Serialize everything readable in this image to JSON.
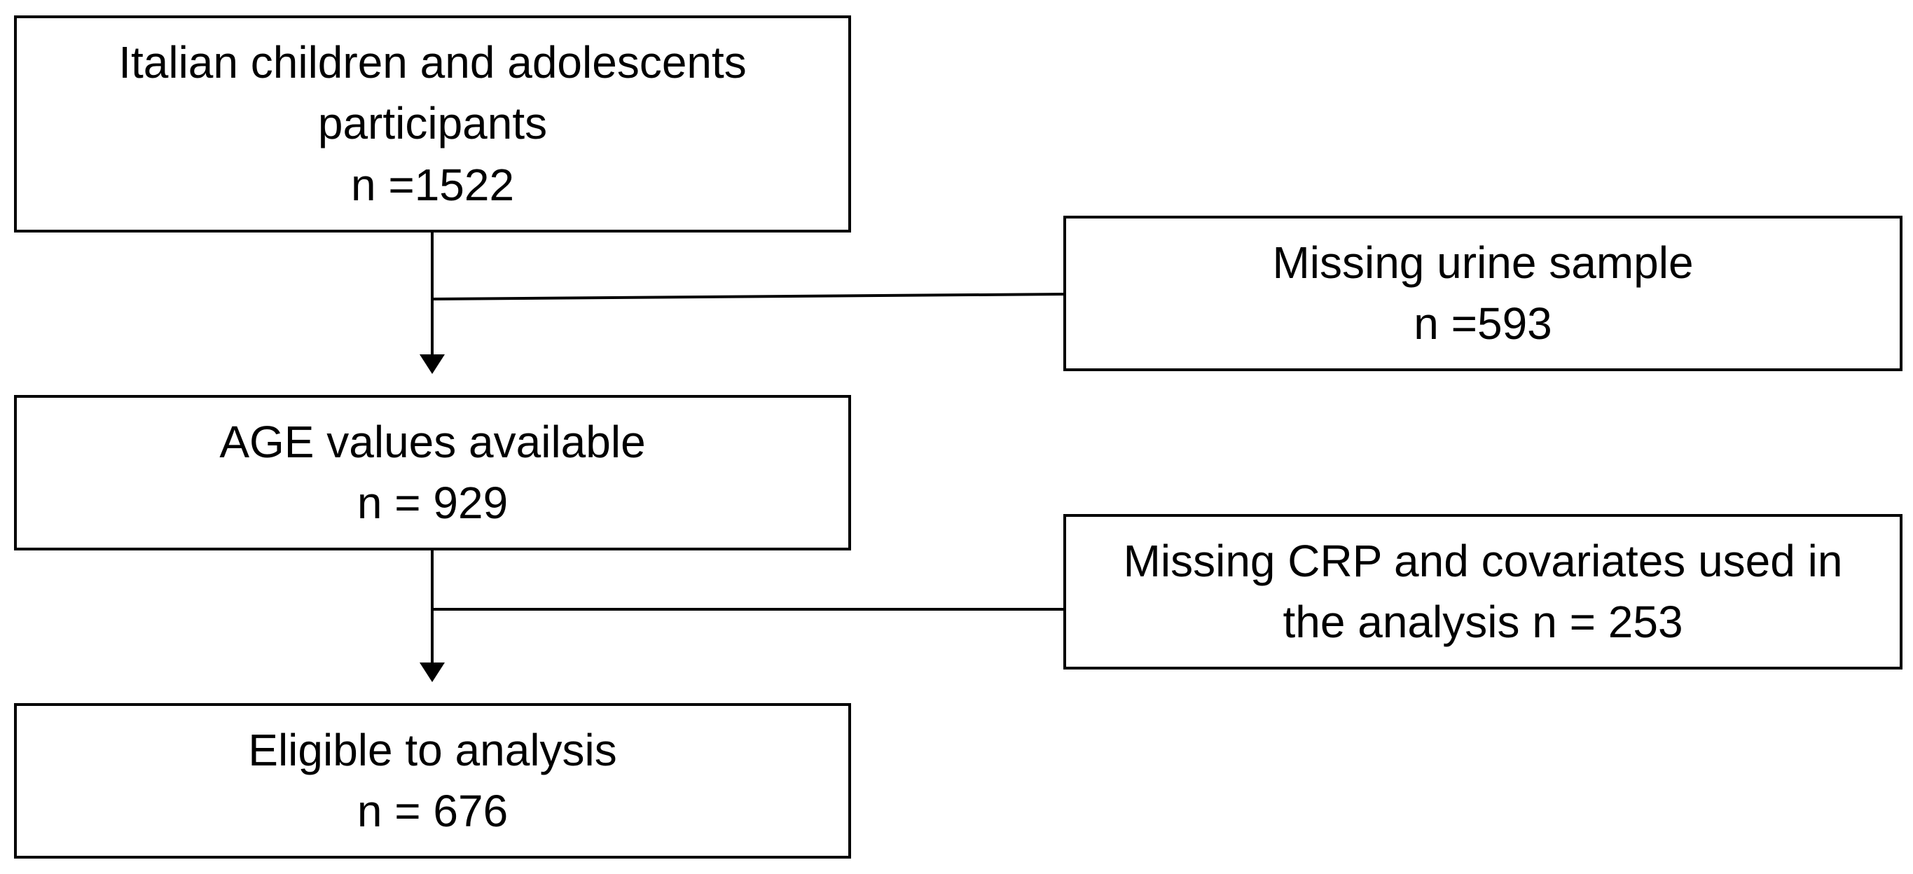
{
  "boxes": {
    "participants": {
      "lines": [
        "Italian children and adolescents",
        "participants",
        "n =1522"
      ]
    },
    "age_available": {
      "lines": [
        "AGE values available",
        "n = 929"
      ]
    },
    "eligible": {
      "lines": [
        "Eligible to analysis",
        "n = 676"
      ]
    },
    "missing_urine": {
      "lines": [
        "Missing urine sample",
        "n =593"
      ]
    },
    "missing_crp": {
      "lines": [
        "Missing CRP and covariates used in",
        "the analysis n = 253"
      ]
    }
  },
  "colors": {
    "stroke": "#000000",
    "background": "#ffffff"
  }
}
